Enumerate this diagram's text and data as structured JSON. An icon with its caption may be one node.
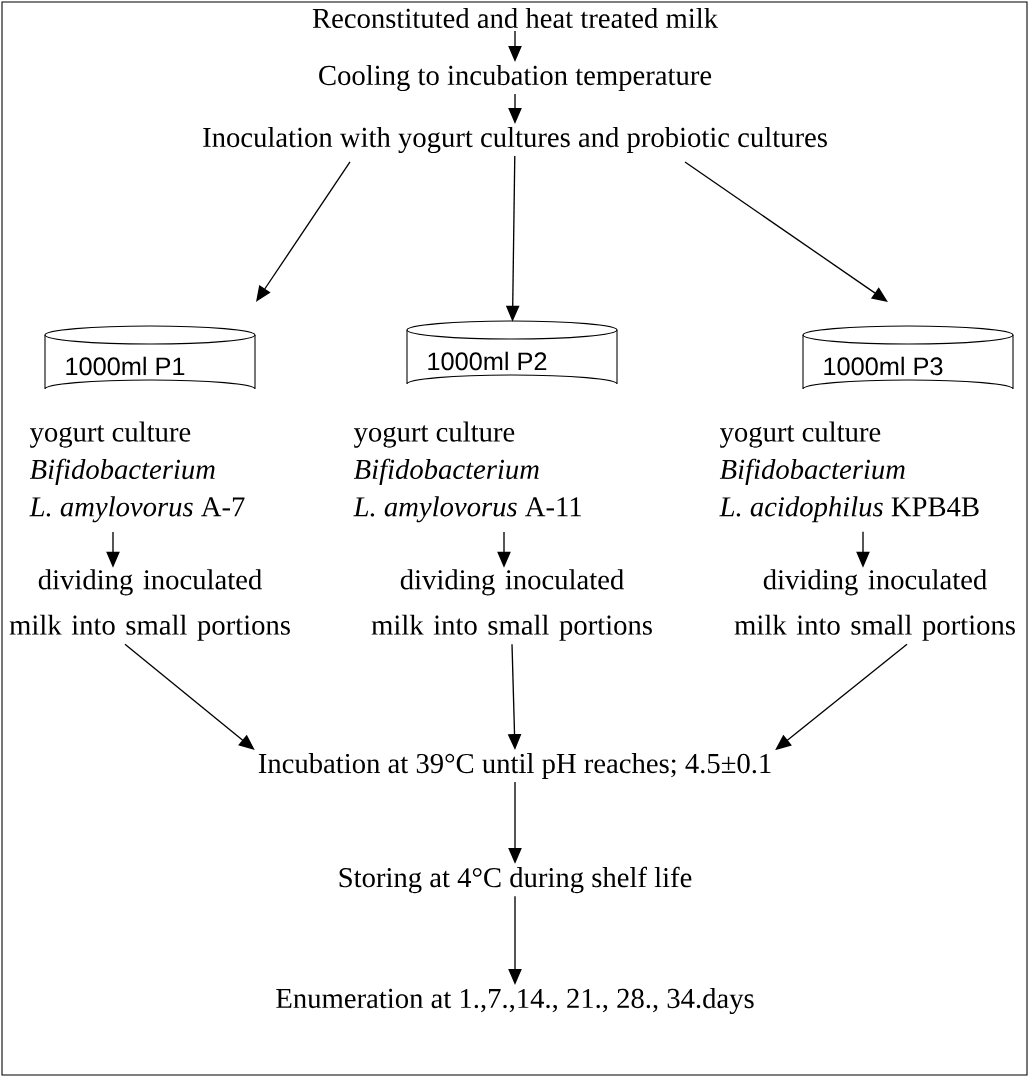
{
  "diagram": {
    "nodes": [
      {
        "text": [
          "Reconstituted and heat treated milk"
        ]
      },
      {
        "text": [
          "Cooling to incubation temperature"
        ]
      },
      {
        "text": [
          "Inoculation with yogurt cultures and probiotic cultures"
        ]
      },
      {
        "text": [
          "1000ml P1"
        ]
      },
      {
        "text": [
          "1000ml P2"
        ]
      },
      {
        "text": [
          "1000ml P3"
        ]
      },
      {
        "text": [
          "yogurt culture",
          "Bifidobacterium",
          "*L. amylovorus* A-7"
        ]
      },
      {
        "text": [
          "yogurt culture",
          "Bifidobacterium",
          "*L. amylovorus* A-11"
        ]
      },
      {
        "text": [
          "yogurt culture",
          "Bifidobacterium",
          "*L. acidophilus* KPB4B"
        ]
      },
      {
        "text": [
          "dividing inoculated milk into small portions"
        ]
      },
      {
        "text": [
          "dividing inoculated milk into small portions"
        ]
      },
      {
        "text": [
          "dividing inoculated milk into small portions"
        ]
      },
      {
        "text": [
          "Incubation at 39°C until pH reaches; 4.5±0.1"
        ]
      },
      {
        "text": [
          "Storing at  4°C during shelf life"
        ]
      },
      {
        "text": [
          "Enumeration at 1.,7.,14., 21., 28., 34.days"
        ]
      }
    ],
    "edges": [
      {
        "from": 0,
        "to": 1,
        "arrow": "to"
      },
      {
        "from": 1,
        "to": 2,
        "arrow": "to"
      },
      {
        "from": 2,
        "to": 3,
        "arrow": "to"
      },
      {
        "from": 2,
        "to": 4,
        "arrow": "to"
      },
      {
        "from": 2,
        "to": 5,
        "arrow": "to"
      },
      {
        "from": 6,
        "to": 9,
        "arrow": "to"
      },
      {
        "from": 7,
        "to": 10,
        "arrow": "to"
      },
      {
        "from": 8,
        "to": 11,
        "arrow": "to"
      },
      {
        "from": 9,
        "to": 12,
        "arrow": "to"
      },
      {
        "from": 10,
        "to": 12,
        "arrow": "to"
      },
      {
        "from": 11,
        "to": 12,
        "arrow": "to"
      },
      {
        "from": 12,
        "to": 13,
        "arrow": "to"
      },
      {
        "from": 13,
        "to": 14,
        "arrow": "to"
      }
    ]
  }
}
